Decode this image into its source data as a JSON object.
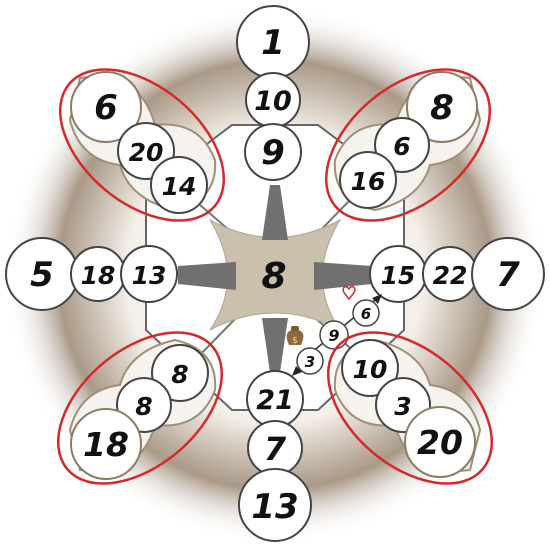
{
  "center": {
    "label": "8"
  },
  "circles": [
    {
      "id": "top-outer",
      "label": "1"
    },
    {
      "id": "top-mid",
      "label": "10"
    },
    {
      "id": "top-inner",
      "label": "9"
    },
    {
      "id": "bottom-inner",
      "label": "21"
    },
    {
      "id": "bottom-mid",
      "label": "7"
    },
    {
      "id": "bottom-outer",
      "label": "13"
    },
    {
      "id": "left-outer",
      "label": "5"
    },
    {
      "id": "left-mid",
      "label": "18"
    },
    {
      "id": "left-inner",
      "label": "13"
    },
    {
      "id": "right-inner",
      "label": "15"
    },
    {
      "id": "right-mid",
      "label": "22"
    },
    {
      "id": "right-outer",
      "label": "7"
    },
    {
      "id": "top-left-outer",
      "label": "6"
    },
    {
      "id": "top-left-mid",
      "label": "20"
    },
    {
      "id": "top-left-inner",
      "label": "14"
    },
    {
      "id": "top-right-outer",
      "label": "8"
    },
    {
      "id": "top-right-mid",
      "label": "6"
    },
    {
      "id": "top-right-inner",
      "label": "16"
    },
    {
      "id": "bottom-left-inner",
      "label": "8"
    },
    {
      "id": "bottom-left-mid",
      "label": "8"
    },
    {
      "id": "bottom-left-outer",
      "label": "18"
    },
    {
      "id": "bottom-right-inner",
      "label": "10"
    },
    {
      "id": "bottom-right-mid",
      "label": "3"
    },
    {
      "id": "bottom-right-outer",
      "label": "20"
    }
  ],
  "path_tokens": [
    {
      "id": "token-a",
      "label": "6"
    },
    {
      "id": "token-b",
      "label": "9"
    },
    {
      "id": "token-c",
      "label": "3"
    }
  ],
  "icons": {
    "heart": "heart-icon",
    "money_bag": "money-bag-icon"
  },
  "colors": {
    "ring": "#d42a2a",
    "board": "#cbbfae",
    "shadow": "#7b6a58",
    "spoke": "#707070"
  }
}
